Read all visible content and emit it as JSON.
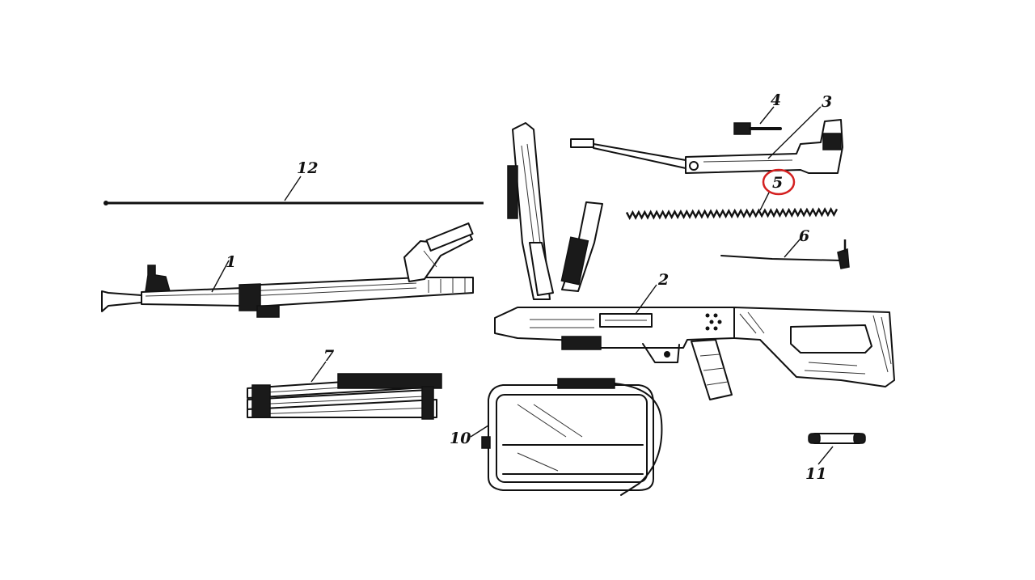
{
  "labels": {
    "p1": "1",
    "p2": "2",
    "p3": "3",
    "p4": "4",
    "p5": "5",
    "p6": "6",
    "p7": "7",
    "p10": "10",
    "p11": "11",
    "p12": "12"
  },
  "colors": {
    "ink": "#111111",
    "highlight": "#d42020",
    "background": "#ffffff"
  }
}
